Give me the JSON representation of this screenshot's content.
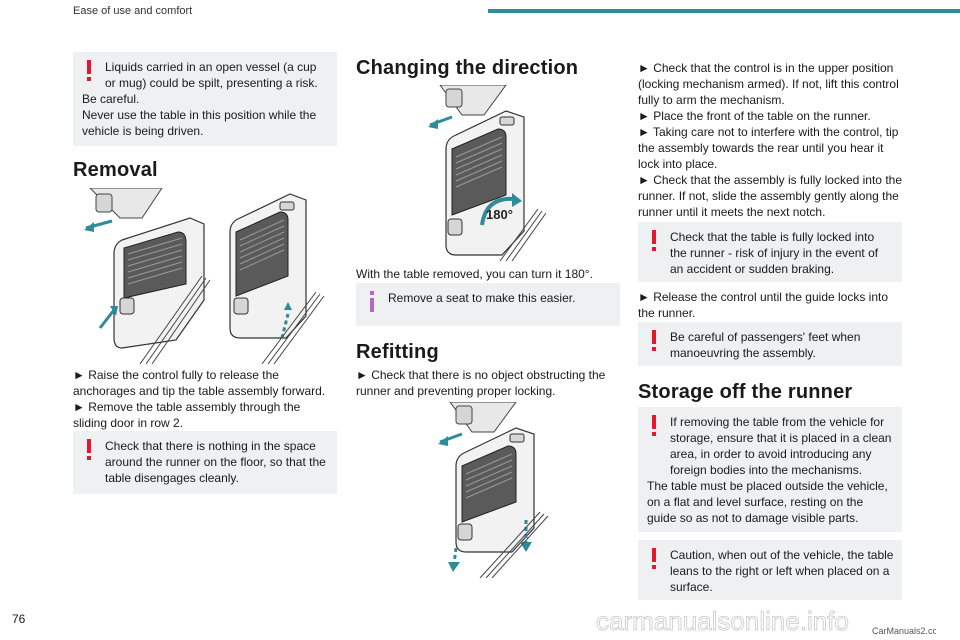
{
  "header": {
    "section_title": "Ease of use and comfort"
  },
  "page_number": "76",
  "watermark": {
    "text": "carmanualsonline.info",
    "small": "CarManuals2.com"
  },
  "colors": {
    "accent": "#2e8b9a",
    "warning": "#e3182d",
    "info": "#b866c6",
    "note_bg": "#eef0f1",
    "arrow": "#2e8b9a"
  },
  "col1": {
    "warning_top": {
      "line1": "Liquids carried in an open vessel (a cup or mug) could be spilt, presenting a risk.",
      "line2": "Be careful.",
      "line3": "Never use the table in this position while the vehicle is being driven."
    },
    "removal_heading": "Removal",
    "removal_steps": [
      "► Raise the control fully to release the anchorages and tip the table assembly forward.",
      "► Remove the table assembly through the sliding door in row 2."
    ],
    "warning_bottom": "Check that there is nothing in the space around the runner on the floor, so that the table disengages cleanly."
  },
  "col2": {
    "direction_heading": "Changing the direction",
    "rotation_label": "180°",
    "direction_text": "With the table removed, you can turn it 180°.",
    "info_note": "Remove a seat to make this easier.",
    "refitting_heading": "Refitting",
    "refitting_step": "► Check that there is no object obstructing the runner and preventing proper locking."
  },
  "col3": {
    "steps": [
      "► Check that the control is in the upper position (locking mechanism armed). If not, lift this control fully to arm the mechanism.",
      "► Place the front of the table on the runner.",
      "► Taking care not to interfere with the control, tip the assembly towards the rear until you hear it lock into place.",
      "► Check that the assembly is fully locked into the runner. If not, slide the assembly gently along the runner until it meets the next notch."
    ],
    "warning_lock": "Check that the table is fully locked into the runner - risk of injury in the event of an accident or sudden braking.",
    "release_step": "► Release the control until the guide locks into the runner.",
    "warning_feet": "Be careful of passengers' feet when manoeuvring the assembly.",
    "storage_heading": "Storage off the runner",
    "warning_storage": {
      "line1": "If removing the table from the vehicle for storage, ensure that it is placed in a clean area, in order to avoid introducing any foreign bodies into the mechanisms.",
      "line2": "The table must be placed outside the vehicle, on a flat and level surface, resting on the guide so as not to damage visible parts."
    },
    "warning_caution": "Caution, when out of the vehicle, the table leans to the right or left when placed on a surface."
  }
}
